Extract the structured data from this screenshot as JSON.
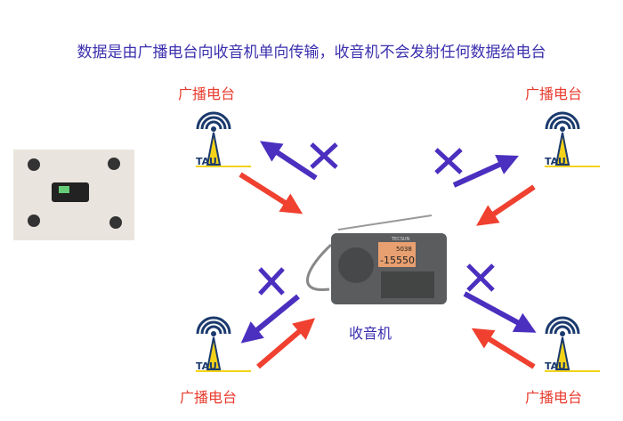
{
  "title": "数据是由广播电台向收音机单向传输，收音机不会发射任何数据给电台",
  "stations": [
    "广播电台",
    "广播电台",
    "广播电台",
    "广播电台"
  ],
  "radio_label": "收音机",
  "logo_text": "TAU",
  "radio": {
    "brand": "TECSUN",
    "display_main": "-15550",
    "display_top": "5038"
  },
  "colors": {
    "title": "#3b2fae",
    "station": "#e83a2c",
    "purple_arrow": "#4b2fbf",
    "red_arrow": "#f04030"
  }
}
